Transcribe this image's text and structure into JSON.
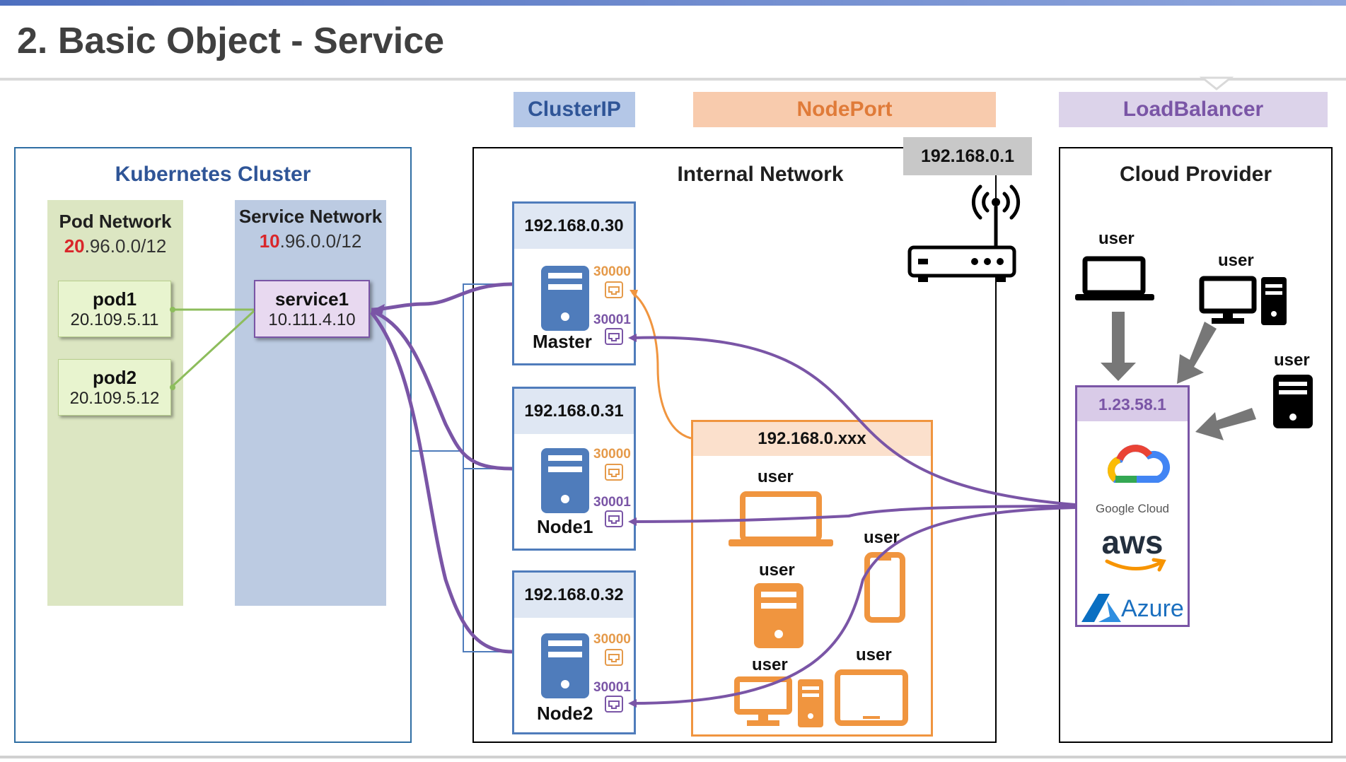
{
  "title": "2. Basic Object - Service",
  "tags": {
    "clusterip": "ClusterIP",
    "nodeport": "NodePort",
    "loadbalancer": "LoadBalancer"
  },
  "k8s": {
    "title": "Kubernetes Cluster",
    "pod_network": {
      "title": "Pod Network",
      "cidr_highlight": "20",
      "cidr_rest": ".96.0.0/12"
    },
    "service_network": {
      "title": "Service Network",
      "cidr_highlight": "10",
      "cidr_rest": ".96.0.0/12"
    },
    "pods": [
      {
        "name": "pod1",
        "ip": "20.109.5.11"
      },
      {
        "name": "pod2",
        "ip": "20.109.5.12"
      }
    ],
    "service": {
      "name": "service1",
      "ip": "10.111.4.10"
    }
  },
  "internal": {
    "title": "Internal Network",
    "gateway_ip": "192.168.0.1",
    "nodes": [
      {
        "ip": "192.168.0.30",
        "name": "Master",
        "port_a": "30000",
        "port_b": "30001"
      },
      {
        "ip": "192.168.0.31",
        "name": "Node1",
        "port_a": "30000",
        "port_b": "30001"
      },
      {
        "ip": "192.168.0.32",
        "name": "Node2",
        "port_a": "30000",
        "port_b": "30001"
      }
    ],
    "lan": {
      "ip": "192.168.0.xxx",
      "users": [
        "user",
        "user",
        "user",
        "user",
        "user"
      ]
    }
  },
  "cloud": {
    "title": "Cloud Provider",
    "lb_ip": "1.23.58.1",
    "users": [
      "user",
      "user",
      "user"
    ],
    "providers": {
      "google": "Google Cloud",
      "aws": "aws",
      "azure": "Azure"
    }
  },
  "colors": {
    "clusterip_bg": "#b4c7e7",
    "clusterip_text": "#2f5597",
    "nodeport_bg": "#f8cbad",
    "nodeport_text": "#e07b39",
    "loadbalancer_bg": "#dcd3ea",
    "loadbalancer_text": "#7a55a6",
    "pod_network_bg": "#dce6c2",
    "service_network_bg": "#bccbe2",
    "node_blue": "#4f7cbb",
    "orange": "#f0953f",
    "purple": "#7a55a6"
  }
}
